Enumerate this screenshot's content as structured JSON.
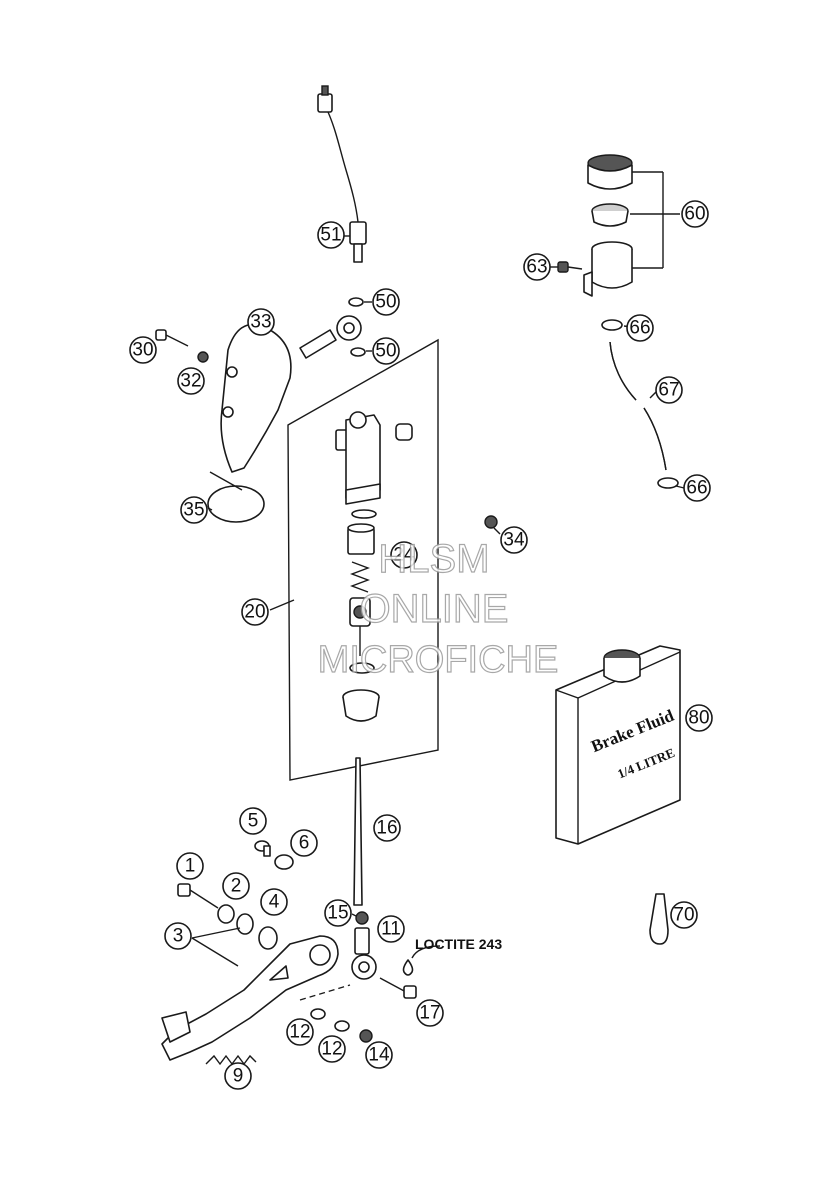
{
  "callouts": [
    {
      "label": "51"
    },
    {
      "label": "60"
    },
    {
      "label": "63"
    },
    {
      "label": "50"
    },
    {
      "label": "50"
    },
    {
      "label": "33"
    },
    {
      "label": "30"
    },
    {
      "label": "32"
    },
    {
      "label": "66"
    },
    {
      "label": "67"
    },
    {
      "label": "66"
    },
    {
      "label": "35"
    },
    {
      "label": "34"
    },
    {
      "label": "24"
    },
    {
      "label": "20"
    },
    {
      "label": "80"
    },
    {
      "label": "5"
    },
    {
      "label": "16"
    },
    {
      "label": "6"
    },
    {
      "label": "1"
    },
    {
      "label": "2"
    },
    {
      "label": "4"
    },
    {
      "label": "3"
    },
    {
      "label": "15"
    },
    {
      "label": "11"
    },
    {
      "label": "70"
    },
    {
      "label": "17"
    },
    {
      "label": "12"
    },
    {
      "label": "12"
    },
    {
      "label": "14"
    },
    {
      "label": "9"
    }
  ],
  "annotation": {
    "loctite": "LOCTITE 243"
  },
  "fluid_can": {
    "line1": "Brake Fluid",
    "line2": "1/4 LITRE"
  },
  "watermark": {
    "line1": "HLSM",
    "line2": "ONLINE",
    "line3": "MICROFICHE"
  }
}
